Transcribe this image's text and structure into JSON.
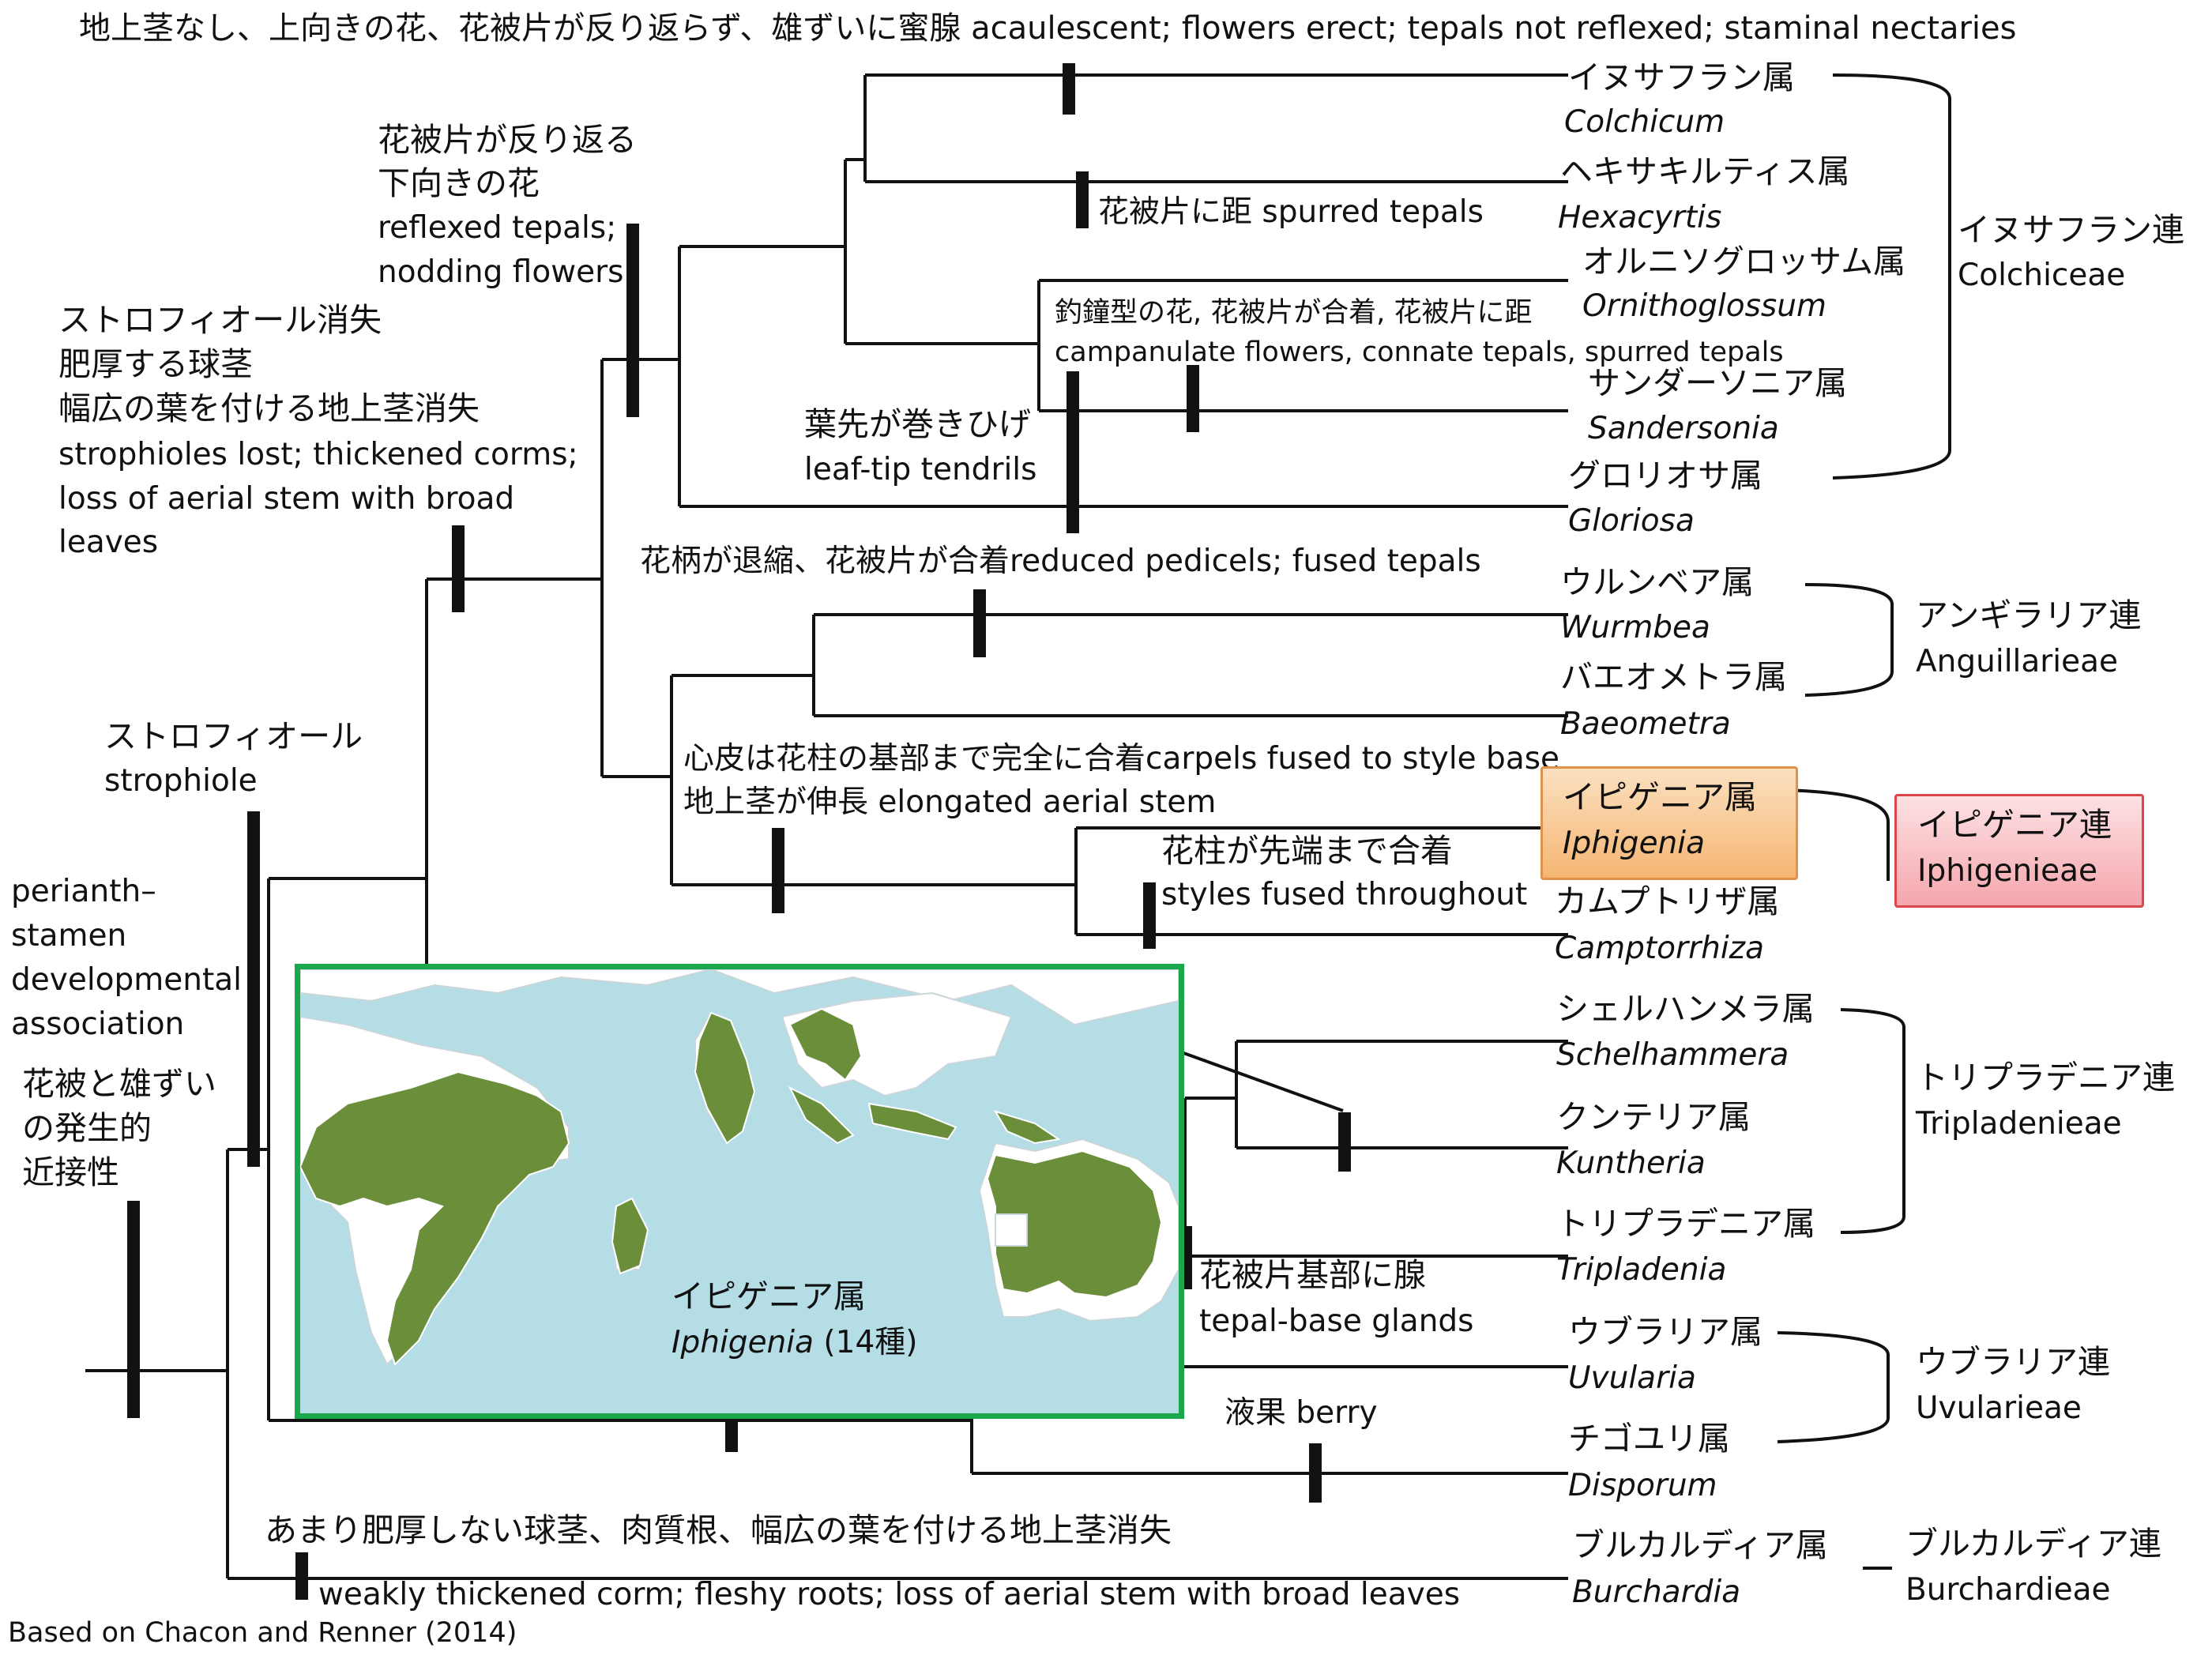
{
  "top_note": "地上茎なし、上向きの花、花被片が反り返らず、雄ずいに蜜腺 acaulescent; flowers erect; tepals not reflexed; staminal nectaries",
  "genera": {
    "colchicum": {
      "ja": "イヌサフラン属",
      "la": "Colchicum"
    },
    "hexacyrtis": {
      "ja": "ヘキサキルティス属",
      "la": "Hexacyrtis"
    },
    "ornithoglossum": {
      "ja": "オルニソグロッサム属",
      "la": "Ornithoglossum"
    },
    "sandersonia": {
      "ja": "サンダーソニア属",
      "la": "Sandersonia"
    },
    "gloriosa": {
      "ja": "グロリオサ属",
      "la": "Gloriosa"
    },
    "wurmbea": {
      "ja": "ウルンベア属",
      "la": "Wurmbea"
    },
    "baeometra": {
      "ja": "バエオメトラ属",
      "la": "Baeometra"
    },
    "iphigenia": {
      "ja": "イピゲニア属",
      "la": "Iphigenia"
    },
    "camptorrhiza": {
      "ja": "カムプトリザ属",
      "la": "Camptorrhiza"
    },
    "schelhammera": {
      "ja": "シェルハンメラ属",
      "la": "Schelhammera"
    },
    "kuntheria": {
      "ja": "クンテリア属",
      "la": "Kuntheria"
    },
    "tripladenia": {
      "ja": "トリプラデニア属",
      "la": "Tripladenia"
    },
    "uvularia": {
      "ja": "ウブラリア属",
      "la": "Uvularia"
    },
    "disporum": {
      "ja": "チゴユリ属",
      "la": "Disporum"
    },
    "burchardia": {
      "ja": "ブルカルディア属",
      "la": "Burchardia"
    }
  },
  "tribes": {
    "colchiceae": {
      "ja": "イヌサフラン連",
      "la": "Colchiceae"
    },
    "anguillarieae": {
      "ja": "アンギラリア連",
      "la": "Anguillarieae"
    },
    "iphigenieae": {
      "ja": "イピゲニア連",
      "la": "Iphigenieae"
    },
    "tripladenieae": {
      "ja": "トリプラデニア連",
      "la": "Tripladenieae"
    },
    "uvularieae": {
      "ja": "ウブラリア連",
      "la": "Uvularieae"
    },
    "burchardieae": {
      "ja": "ブルカルディア連",
      "la": "Burchardieae"
    }
  },
  "annotations": {
    "reflexed_ja1": "花被片が反り返る",
    "reflexed_ja2": "下向きの花",
    "reflexed_en1": "reflexed tepals;",
    "reflexed_en2": "nodding flowers",
    "strophioles_ja1": "ストロフィオール消失",
    "strophioles_ja2": "肥厚する球茎",
    "strophioles_ja3": "幅広の葉を付ける地上茎消失",
    "strophioles_en1": "strophioles lost; thickened corms;",
    "strophioles_en2": "loss of aerial stem with broad",
    "strophioles_en3": "leaves",
    "spurred": "花被片に距 spurred tepals",
    "campanulate_ja": "釣鐘型の花, 花被片が合着, 花被片に距",
    "campanulate_en": "campanulate flowers, connate tepals, spurred tepals",
    "tendrils_ja": "葉先が巻きひげ",
    "tendrils_en": "leaf-tip tendrils",
    "pedicels": "花柄が退縮、花被片が合着reduced pedicels; fused tepals",
    "carpels": "心皮は花柱の基部まで完全に合着carpels fused to style base",
    "elongated": "地上茎が伸長 elongated aerial stem",
    "styles_ja": "花柱が先端まで合着",
    "styles_en": "styles fused throughout",
    "strophiole_ja": "ストロフィオール",
    "strophiole_en": "strophiole",
    "perianth_en1": "perianth–",
    "perianth_en2": "stamen",
    "perianth_en3": "developmental",
    "perianth_en4": "association",
    "perianth_ja1": "花被と雄ずい",
    "perianth_ja2": "の発生的",
    "perianth_ja3": "近接性",
    "glands_ja": "花被片基部に腺",
    "glands_en": "tepal-base glands",
    "berry": "液果 berry",
    "burch_ja": "あまり肥厚しない球茎、肉質根、幅広の葉を付ける地上茎消失",
    "burch_en": "weakly thickened corm; fleshy roots; loss of aerial stem with broad leaves"
  },
  "map": {
    "title_ja": "イピゲニア属",
    "title_la": "Iphigenia",
    "species_count": "(14種)",
    "colors": {
      "frame": "#1aa64a",
      "sea": "#b5dde6",
      "land": "#ffffff",
      "range": "#6b8e3a"
    }
  },
  "highlight_colors": {
    "genus_box": "#f7c48e",
    "tribe_box": "#f7b7bd"
  },
  "source": "Based on Chacon and Renner (2014)"
}
